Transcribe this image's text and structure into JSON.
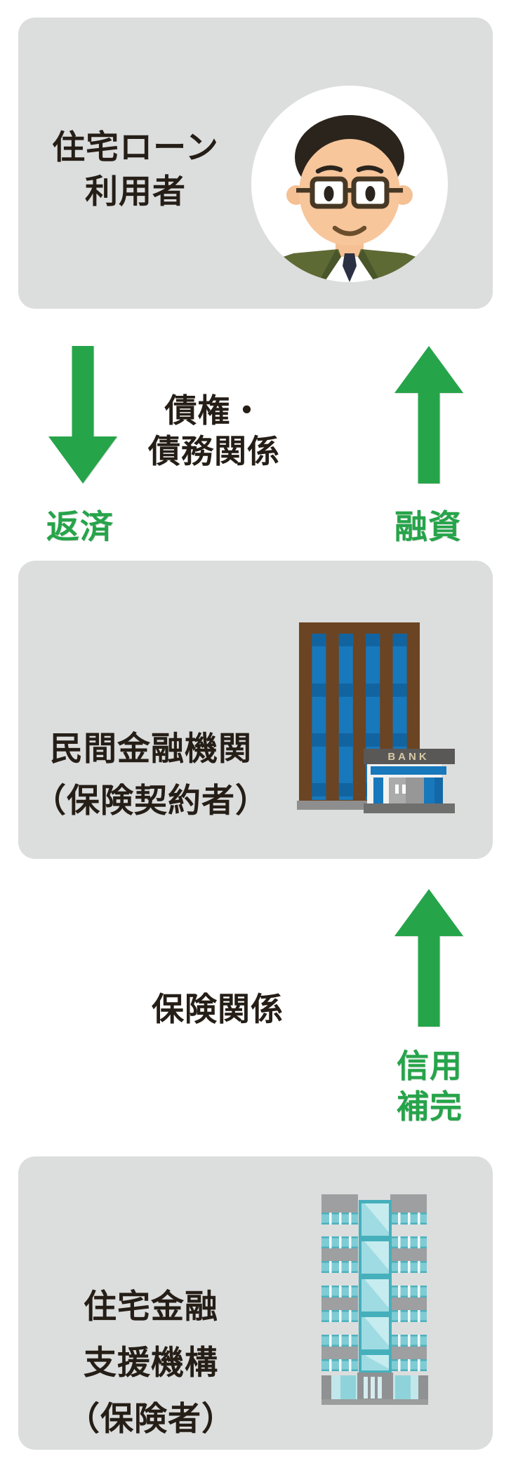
{
  "boxes": [
    {
      "name": "loan-user",
      "lines": [
        "住宅ローン",
        "利用者"
      ]
    },
    {
      "name": "private-financial-institution",
      "lines": [
        "民間金融機関",
        "（保険契約者）"
      ]
    },
    {
      "name": "housing-finance-agency",
      "lines": [
        "住宅金融",
        "支援機構",
        "（保険者）"
      ]
    }
  ],
  "relations": {
    "debt": {
      "center_lines": [
        "債権・",
        "債務関係"
      ],
      "left_arrow_label": "返済",
      "left_arrow_direction": "down",
      "right_arrow_label": "融資",
      "right_arrow_direction": "up"
    },
    "insurance": {
      "center_label": "保険関係",
      "arrow_lines": [
        "信用",
        "補完"
      ],
      "arrow_direction": "up"
    }
  },
  "icons": {
    "bank_sign": "BANK"
  },
  "colors": {
    "arrow_green": "#26a44a",
    "box_gray": "#dcdddd",
    "label_black": "#251e17",
    "bank_blue": "#1878bc",
    "bank_brown": "#6b4423",
    "agency_teal": "#7fccd5"
  }
}
